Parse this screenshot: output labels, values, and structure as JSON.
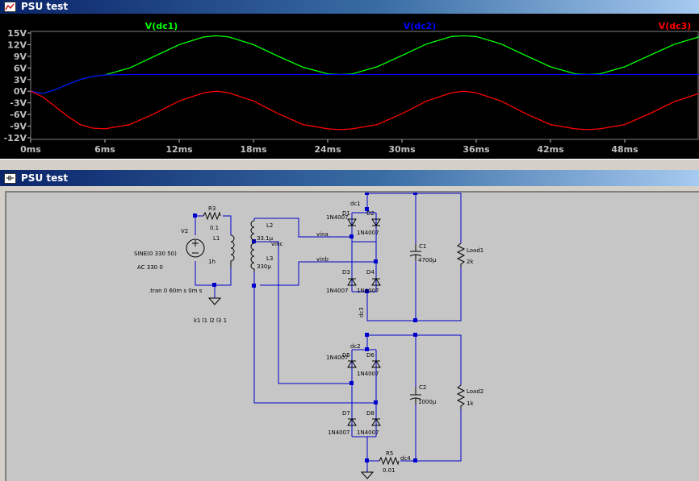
{
  "plot_window": {
    "title": "PSU test",
    "icon": "waveform-plot-icon"
  },
  "schematic_window": {
    "title": "PSU test",
    "icon": "schematic-icon"
  },
  "chart_data": {
    "type": "line",
    "xlim": [
      0,
      54
    ],
    "ylim": [
      -12,
      15
    ],
    "x_ticks": [
      "0ms",
      "6ms",
      "12ms",
      "18ms",
      "24ms",
      "30ms",
      "36ms",
      "42ms",
      "48ms"
    ],
    "y_ticks": [
      "15V",
      "12V",
      "9V",
      "6V",
      "3V",
      "0V",
      "-3V",
      "-6V",
      "-9V",
      "-12V"
    ],
    "grid": false,
    "series": [
      {
        "name": "V(dc1)",
        "color": "#00ff00",
        "x": [
          0,
          1,
          2,
          3,
          4,
          5,
          6,
          8,
          10,
          12,
          14,
          15,
          16,
          18,
          20,
          22,
          24,
          25,
          26,
          28,
          30,
          32,
          34,
          35,
          36,
          38,
          40,
          42,
          44,
          45,
          46,
          48,
          50,
          52,
          54
        ],
        "y": [
          0,
          -0.6,
          0.4,
          1.8,
          3.0,
          3.8,
          4.2,
          6.0,
          9.0,
          12.0,
          14.0,
          14.3,
          14.0,
          12.0,
          9.0,
          6.2,
          4.5,
          4.3,
          4.5,
          6.3,
          9.2,
          12.2,
          14.1,
          14.3,
          14.1,
          12.2,
          9.2,
          6.3,
          4.5,
          4.3,
          4.5,
          6.3,
          9.2,
          12.1,
          14.0
        ]
      },
      {
        "name": "V(dc2)",
        "color": "#0000ff",
        "x": [
          0,
          1,
          2,
          3,
          4,
          5,
          6,
          8,
          12,
          20,
          30,
          40,
          54
        ],
        "y": [
          0,
          -0.6,
          0.4,
          1.8,
          3.0,
          3.8,
          4.2,
          4.3,
          4.3,
          4.3,
          4.3,
          4.3,
          4.3
        ]
      },
      {
        "name": "V(dc3)",
        "color": "#ff0000",
        "x": [
          0,
          1,
          2,
          3,
          4,
          5,
          6,
          8,
          10,
          12,
          14,
          15,
          16,
          18,
          20,
          22,
          24,
          25,
          26,
          28,
          30,
          32,
          34,
          35,
          36,
          38,
          40,
          42,
          44,
          45,
          46,
          48,
          50,
          52,
          54
        ],
        "y": [
          0,
          -1.5,
          -4.0,
          -6.5,
          -8.6,
          -9.5,
          -9.7,
          -8.6,
          -5.8,
          -2.5,
          -0.4,
          0,
          -0.4,
          -2.5,
          -5.8,
          -8.6,
          -9.7,
          -9.9,
          -9.7,
          -8.6,
          -5.8,
          -2.5,
          -0.4,
          0,
          -0.4,
          -2.5,
          -5.8,
          -8.6,
          -9.7,
          -9.9,
          -9.7,
          -8.6,
          -5.8,
          -2.7,
          -0.6
        ]
      }
    ]
  },
  "schematic": {
    "source": {
      "ref": "V2",
      "spec": "SINE(0 330 50)",
      "ac": "AC 330 0",
      "param": "1h"
    },
    "resistors": [
      {
        "ref": "R3",
        "value": "0.1"
      },
      {
        "ref": "R5",
        "value": "0.01"
      }
    ],
    "inductors": [
      {
        "ref": "L1",
        "value": ""
      },
      {
        "ref": "L2",
        "value": "33.1µ"
      },
      {
        "ref": "L3",
        "value": "330µ"
      }
    ],
    "diodes": [
      {
        "ref": "D1",
        "model": "1N4007"
      },
      {
        "ref": "D2",
        "model": "1N4007"
      },
      {
        "ref": "D3",
        "model": "1N4007"
      },
      {
        "ref": "D4",
        "model": "1N4007"
      },
      {
        "ref": "D5",
        "model": "1N4007"
      },
      {
        "ref": "D6",
        "model": "1N4007"
      },
      {
        "ref": "D7",
        "model": "1N4007"
      },
      {
        "ref": "D8",
        "model": "1N4007"
      }
    ],
    "capacitors": [
      {
        "ref": "C1",
        "value": "4700µ"
      },
      {
        "ref": "C2",
        "value": "1000µ"
      }
    ],
    "loads": [
      {
        "ref": "Load1",
        "value": "2k"
      },
      {
        "ref": "Load2",
        "value": "1k"
      }
    ],
    "nets": {
      "vina": "vina",
      "vinb": "vinb",
      "vinc": "vinc",
      "dc1": "dc1",
      "dc2": "dc2",
      "dc3": "dc3",
      "dc4": "dc4"
    },
    "directives": {
      "tran": ".tran 0 60m s 0m s",
      "coupling": "k1 l1 l2 l3 1"
    }
  }
}
